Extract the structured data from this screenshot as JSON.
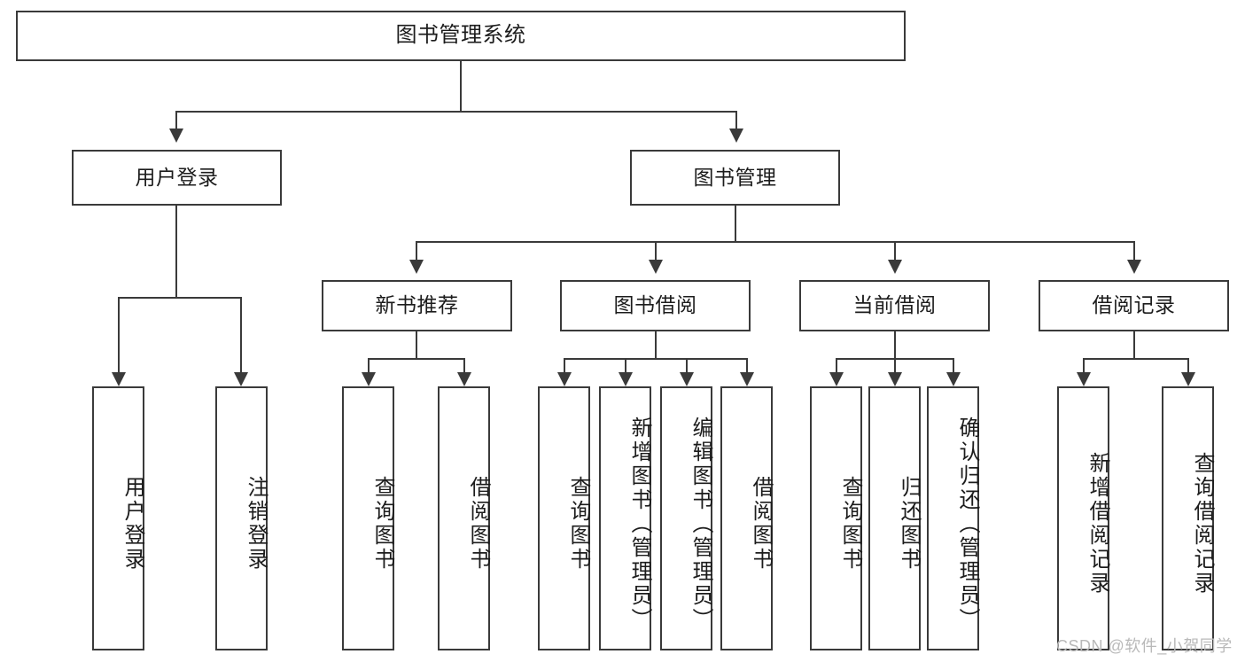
{
  "diagram": {
    "type": "tree-hierarchy",
    "title": "图书管理系统",
    "root": {
      "label": "图书管理系统"
    },
    "level2": [
      {
        "id": "user-login",
        "label": "用户登录"
      },
      {
        "id": "book-manage",
        "label": "图书管理"
      }
    ],
    "level3": [
      {
        "id": "new-book-recommend",
        "label": "新书推荐",
        "parent": "book-manage"
      },
      {
        "id": "book-borrow",
        "label": "图书借阅",
        "parent": "book-manage"
      },
      {
        "id": "current-borrow",
        "label": "当前借阅",
        "parent": "book-manage"
      },
      {
        "id": "borrow-record",
        "label": "借阅记录",
        "parent": "book-manage"
      }
    ],
    "leaves": {
      "user-login": [
        {
          "id": "leaf-user-login",
          "label": "用户登录"
        },
        {
          "id": "leaf-user-logout",
          "label": "注销登录"
        }
      ],
      "new-book-recommend": [
        {
          "id": "leaf-query-book-1",
          "label": "查询图书"
        },
        {
          "id": "leaf-borrow-book-1",
          "label": "借阅图书"
        }
      ],
      "book-borrow": [
        {
          "id": "leaf-query-book-2",
          "label": "查询图书"
        },
        {
          "id": "leaf-add-book",
          "label": "新增图书（管理员）"
        },
        {
          "id": "leaf-edit-book",
          "label": "编辑图书（管理员）"
        },
        {
          "id": "leaf-borrow-book-2",
          "label": "借阅图书"
        }
      ],
      "current-borrow": [
        {
          "id": "leaf-query-book-3",
          "label": "查询图书"
        },
        {
          "id": "leaf-return-book",
          "label": "归还图书"
        },
        {
          "id": "leaf-confirm-return",
          "label": "确认归还（管理员）"
        }
      ],
      "borrow-record": [
        {
          "id": "leaf-add-record",
          "label": "新增借阅记录"
        },
        {
          "id": "leaf-query-record",
          "label": "查询借阅记录"
        }
      ]
    },
    "colors": {
      "stroke": "#3a3a3a",
      "fill": "#ffffff",
      "text": "#1c1c1c",
      "watermark": "#b9b9b9"
    }
  },
  "watermark": {
    "text": "CSDN @软件_小贺同学"
  }
}
